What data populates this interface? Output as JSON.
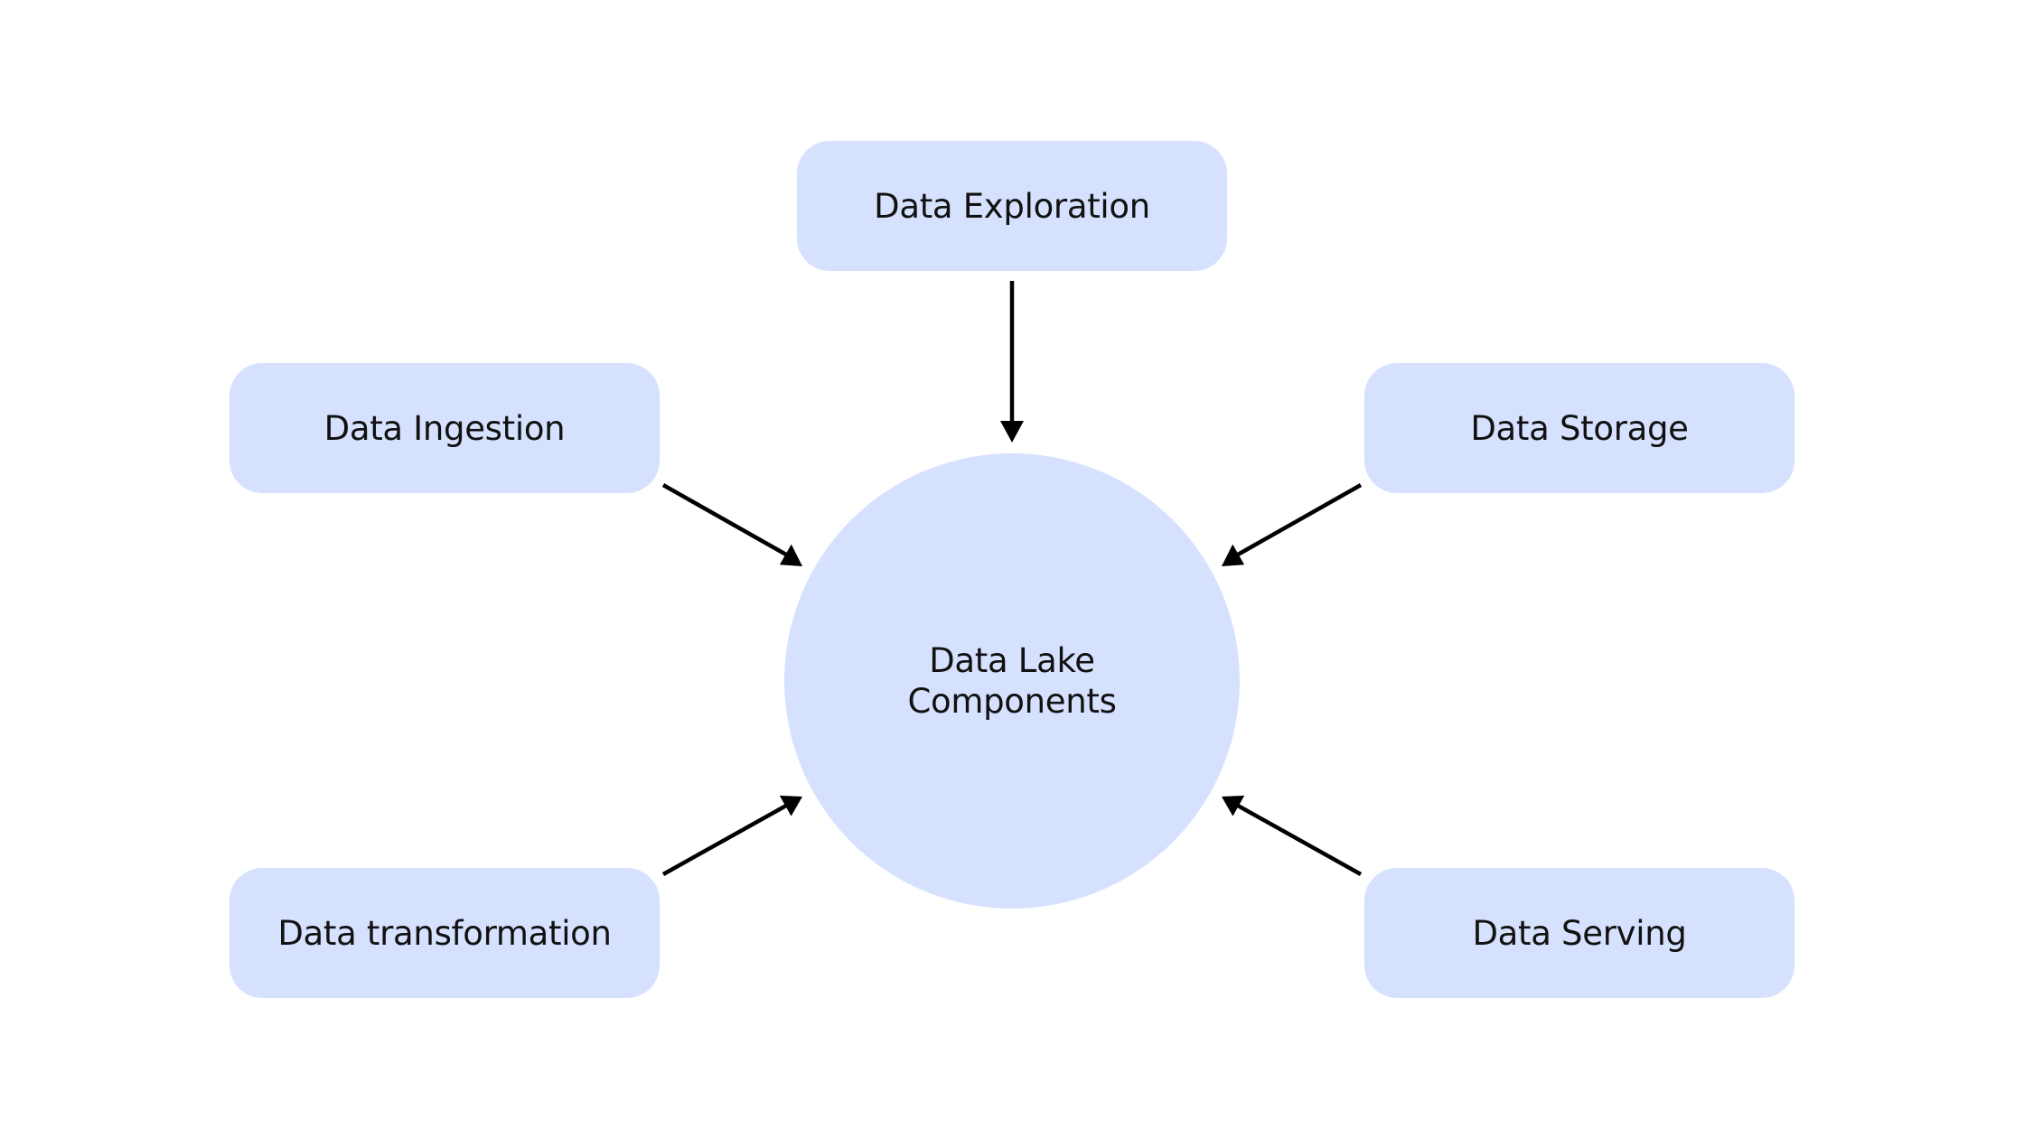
{
  "diagram": {
    "hub": {
      "line1": "Data Lake",
      "line2": "Components"
    },
    "nodes": [
      {
        "id": "exploration",
        "label": "Data Exploration"
      },
      {
        "id": "ingestion",
        "label": "Data Ingestion"
      },
      {
        "id": "storage",
        "label": "Data Storage"
      },
      {
        "id": "transformation",
        "label": "Data transformation"
      },
      {
        "id": "serving",
        "label": "Data Serving"
      }
    ],
    "edges": [
      {
        "from": "exploration",
        "to": "hub"
      },
      {
        "from": "ingestion",
        "to": "hub"
      },
      {
        "from": "storage",
        "to": "hub"
      },
      {
        "from": "transformation",
        "to": "hub"
      },
      {
        "from": "serving",
        "to": "hub"
      }
    ],
    "colors": {
      "node_fill": "#d6e1fe",
      "arrow": "#000000",
      "text": "#111111",
      "background": "#ffffff"
    }
  }
}
